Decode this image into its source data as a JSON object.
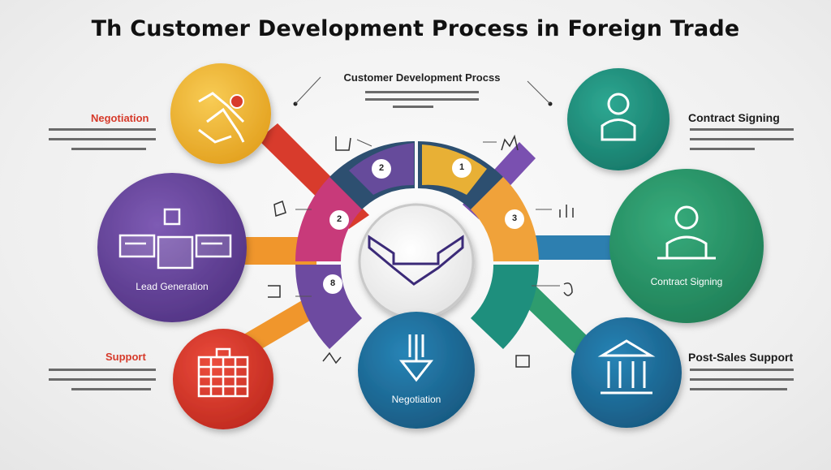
{
  "title": "Th Customer Development Process in Foreign Trade",
  "subtitle": "Customer Development Procss",
  "labels": {
    "top_left": "Negotiation",
    "top_right": "Contract Signing",
    "left_circle": "Lead Generation",
    "right_circle": "Contract Signing",
    "bottom_left": "Support",
    "bottom_center": "Negotiation",
    "bottom_right": "Post-Sales Support"
  },
  "step_numbers": [
    "2",
    "1",
    "2",
    "3",
    "8"
  ],
  "icons": [
    "handshake-icon",
    "person-icon",
    "dashboard-icon",
    "person-at-desk-icon",
    "building-icon",
    "download-arrow-icon",
    "bank-icon",
    "chevron-logo-icon"
  ],
  "colors": {
    "yellow": "#f2b531",
    "purple": "#6d4aa0",
    "red": "#d83b2c",
    "teal": "#1e8f7d",
    "green": "#2e9c6e",
    "blue": "#1e6f9a",
    "orange": "#f0962c",
    "navy": "#2d4f70"
  }
}
